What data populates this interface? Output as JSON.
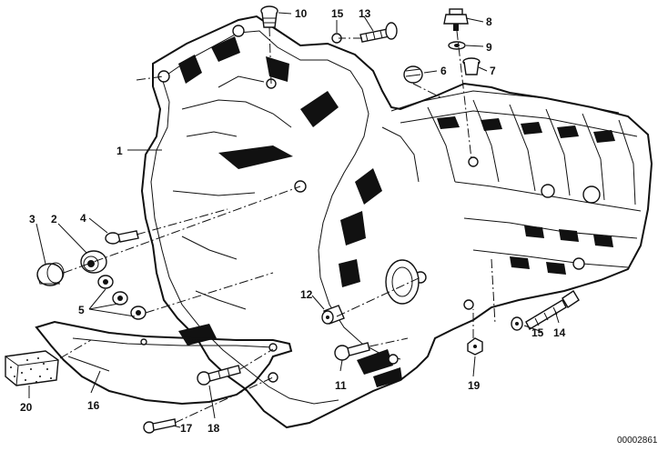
{
  "diagram": {
    "reference_number": "00002861",
    "callouts": [
      {
        "id": "1",
        "text": "1"
      },
      {
        "id": "2",
        "text": "2"
      },
      {
        "id": "3",
        "text": "3"
      },
      {
        "id": "4",
        "text": "4"
      },
      {
        "id": "5",
        "text": "5"
      },
      {
        "id": "6",
        "text": "6"
      },
      {
        "id": "7",
        "text": "7"
      },
      {
        "id": "8",
        "text": "8"
      },
      {
        "id": "9",
        "text": "9"
      },
      {
        "id": "10",
        "text": "10"
      },
      {
        "id": "11",
        "text": "11"
      },
      {
        "id": "12",
        "text": "12"
      },
      {
        "id": "13",
        "text": "13"
      },
      {
        "id": "14",
        "text": "14"
      },
      {
        "id": "15a",
        "text": "15"
      },
      {
        "id": "15b",
        "text": "15"
      },
      {
        "id": "16",
        "text": "16"
      },
      {
        "id": "17",
        "text": "17"
      },
      {
        "id": "18",
        "text": "18"
      },
      {
        "id": "19",
        "text": "19"
      },
      {
        "id": "20",
        "text": "20"
      }
    ]
  }
}
